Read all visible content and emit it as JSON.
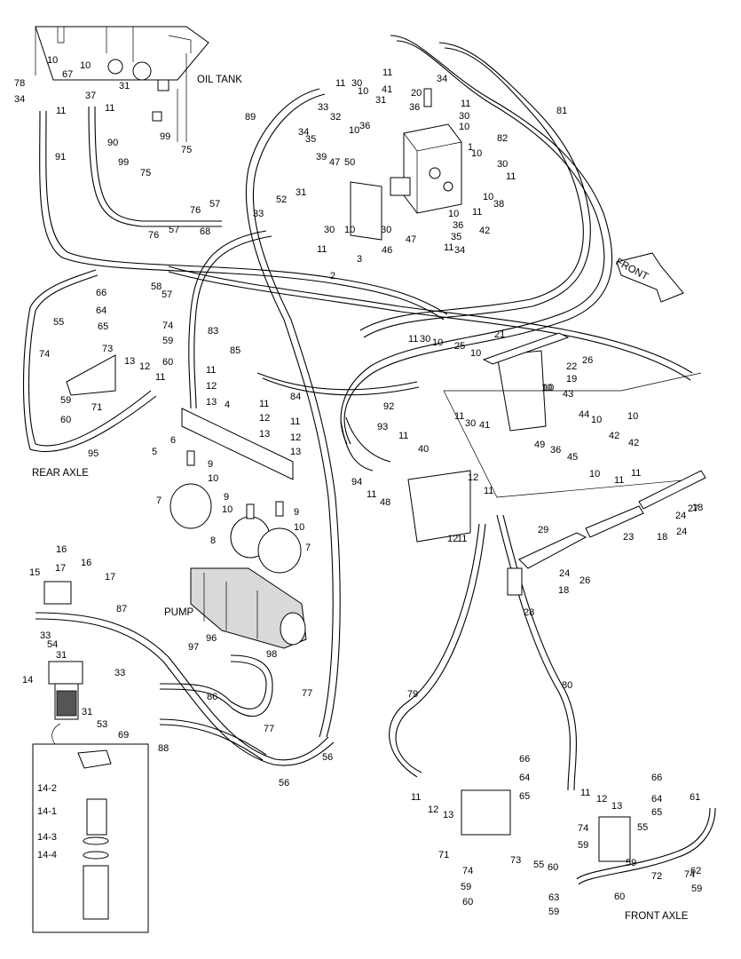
{
  "titles": {
    "oil_tank": "OIL TANK",
    "rear_axle": "REAR AXLE",
    "front_axle": "FRONT AXLE",
    "front": "FRONT",
    "pump": "PUMP"
  },
  "callouts": [
    {
      "t": "10"
    },
    {
      "t": "78"
    },
    {
      "t": "67"
    },
    {
      "t": "10"
    },
    {
      "t": "34"
    },
    {
      "t": "11"
    },
    {
      "t": "37"
    },
    {
      "t": "31"
    },
    {
      "t": "11"
    },
    {
      "t": "91"
    },
    {
      "t": "90"
    },
    {
      "t": "99"
    },
    {
      "t": "75"
    },
    {
      "t": "99"
    },
    {
      "t": "75"
    },
    {
      "t": "76"
    },
    {
      "t": "57"
    },
    {
      "t": "76"
    },
    {
      "t": "57"
    },
    {
      "t": "68"
    },
    {
      "t": "58"
    },
    {
      "t": "57"
    },
    {
      "t": "89"
    },
    {
      "t": "11"
    },
    {
      "t": "30"
    },
    {
      "t": "10"
    },
    {
      "t": "33"
    },
    {
      "t": "32"
    },
    {
      "t": "31"
    },
    {
      "t": "34"
    },
    {
      "t": "10"
    },
    {
      "t": "36"
    },
    {
      "t": "35"
    },
    {
      "t": "39"
    },
    {
      "t": "47"
    },
    {
      "t": "50"
    },
    {
      "t": "11"
    },
    {
      "t": "41"
    },
    {
      "t": "34"
    },
    {
      "t": "20"
    },
    {
      "t": "36"
    },
    {
      "t": "11"
    },
    {
      "t": "30"
    },
    {
      "t": "10"
    },
    {
      "t": "1"
    },
    {
      "t": "10"
    },
    {
      "t": "30"
    },
    {
      "t": "11"
    },
    {
      "t": "10"
    },
    {
      "t": "38"
    },
    {
      "t": "10"
    },
    {
      "t": "11"
    },
    {
      "t": "42"
    },
    {
      "t": "36"
    },
    {
      "t": "35"
    },
    {
      "t": "34"
    },
    {
      "t": "11"
    },
    {
      "t": "81"
    },
    {
      "t": "82"
    },
    {
      "t": "52"
    },
    {
      "t": "31"
    },
    {
      "t": "33"
    },
    {
      "t": "11"
    },
    {
      "t": "30"
    },
    {
      "t": "10"
    },
    {
      "t": "30"
    },
    {
      "t": "3"
    },
    {
      "t": "46"
    },
    {
      "t": "47"
    },
    {
      "t": "2"
    },
    {
      "t": "66"
    },
    {
      "t": "64"
    },
    {
      "t": "65"
    },
    {
      "t": "55"
    },
    {
      "t": "74"
    },
    {
      "t": "59"
    },
    {
      "t": "73"
    },
    {
      "t": "74"
    },
    {
      "t": "13"
    },
    {
      "t": "12"
    },
    {
      "t": "11"
    },
    {
      "t": "60"
    },
    {
      "t": "59"
    },
    {
      "t": "60"
    },
    {
      "t": "71"
    },
    {
      "t": "95"
    },
    {
      "t": "83"
    },
    {
      "t": "85"
    },
    {
      "t": "11"
    },
    {
      "t": "12"
    },
    {
      "t": "13"
    },
    {
      "t": "4"
    },
    {
      "t": "11"
    },
    {
      "t": "12"
    },
    {
      "t": "13"
    },
    {
      "t": "84"
    },
    {
      "t": "11"
    },
    {
      "t": "12"
    },
    {
      "t": "13"
    },
    {
      "t": "6"
    },
    {
      "t": "5"
    },
    {
      "t": "9"
    },
    {
      "t": "10"
    },
    {
      "t": "7"
    },
    {
      "t": "9"
    },
    {
      "t": "10"
    },
    {
      "t": "8"
    },
    {
      "t": "9"
    },
    {
      "t": "10"
    },
    {
      "t": "7"
    },
    {
      "t": "11"
    },
    {
      "t": "30"
    },
    {
      "t": "10"
    },
    {
      "t": "25"
    },
    {
      "t": "21"
    },
    {
      "t": "10"
    },
    {
      "t": "22"
    },
    {
      "t": "26"
    },
    {
      "t": "19"
    },
    {
      "t": "10"
    },
    {
      "t": "92"
    },
    {
      "t": "43"
    },
    {
      "t": "44"
    },
    {
      "t": "11"
    },
    {
      "t": "30"
    },
    {
      "t": "41"
    },
    {
      "t": "10"
    },
    {
      "t": "49"
    },
    {
      "t": "36"
    },
    {
      "t": "45"
    },
    {
      "t": "10"
    },
    {
      "t": "42"
    },
    {
      "t": "10"
    },
    {
      "t": "11"
    },
    {
      "t": "10"
    },
    {
      "t": "42"
    },
    {
      "t": "11"
    },
    {
      "t": "93"
    },
    {
      "t": "11"
    },
    {
      "t": "40"
    },
    {
      "t": "94"
    },
    {
      "t": "11"
    },
    {
      "t": "48"
    },
    {
      "t": "12"
    },
    {
      "t": "11"
    },
    {
      "t": "12"
    },
    {
      "t": "11"
    },
    {
      "t": "27"
    },
    {
      "t": "18"
    },
    {
      "t": "24"
    },
    {
      "t": "18"
    },
    {
      "t": "24"
    },
    {
      "t": "23"
    },
    {
      "t": "29"
    },
    {
      "t": "24"
    },
    {
      "t": "26"
    },
    {
      "t": "18"
    },
    {
      "t": "28"
    },
    {
      "t": "16"
    },
    {
      "t": "17"
    },
    {
      "t": "16"
    },
    {
      "t": "17"
    },
    {
      "t": "15"
    },
    {
      "t": "87"
    },
    {
      "t": "33"
    },
    {
      "t": "54"
    },
    {
      "t": "31"
    },
    {
      "t": "14"
    },
    {
      "t": "31"
    },
    {
      "t": "53"
    },
    {
      "t": "33"
    },
    {
      "t": "69"
    },
    {
      "t": "88"
    },
    {
      "t": "96"
    },
    {
      "t": "97"
    },
    {
      "t": "98"
    },
    {
      "t": "86"
    },
    {
      "t": "77"
    },
    {
      "t": "77"
    },
    {
      "t": "56"
    },
    {
      "t": "56"
    },
    {
      "t": "79"
    },
    {
      "t": "80"
    },
    {
      "t": "14-2"
    },
    {
      "t": "14-1"
    },
    {
      "t": "14-3"
    },
    {
      "t": "14-4"
    },
    {
      "t": "66"
    },
    {
      "t": "64"
    },
    {
      "t": "65"
    },
    {
      "t": "11"
    },
    {
      "t": "12"
    },
    {
      "t": "13"
    },
    {
      "t": "71"
    },
    {
      "t": "74"
    },
    {
      "t": "73"
    },
    {
      "t": "55"
    },
    {
      "t": "59"
    },
    {
      "t": "60"
    },
    {
      "t": "74"
    },
    {
      "t": "59"
    },
    {
      "t": "60"
    },
    {
      "t": "11"
    },
    {
      "t": "12"
    },
    {
      "t": "13"
    },
    {
      "t": "66"
    },
    {
      "t": "64"
    },
    {
      "t": "65"
    },
    {
      "t": "61"
    },
    {
      "t": "55"
    },
    {
      "t": "74"
    },
    {
      "t": "59"
    },
    {
      "t": "72"
    },
    {
      "t": "62"
    },
    {
      "t": "59"
    },
    {
      "t": "60"
    },
    {
      "t": "63"
    },
    {
      "t": "59"
    },
    {
      "t": "60"
    }
  ]
}
